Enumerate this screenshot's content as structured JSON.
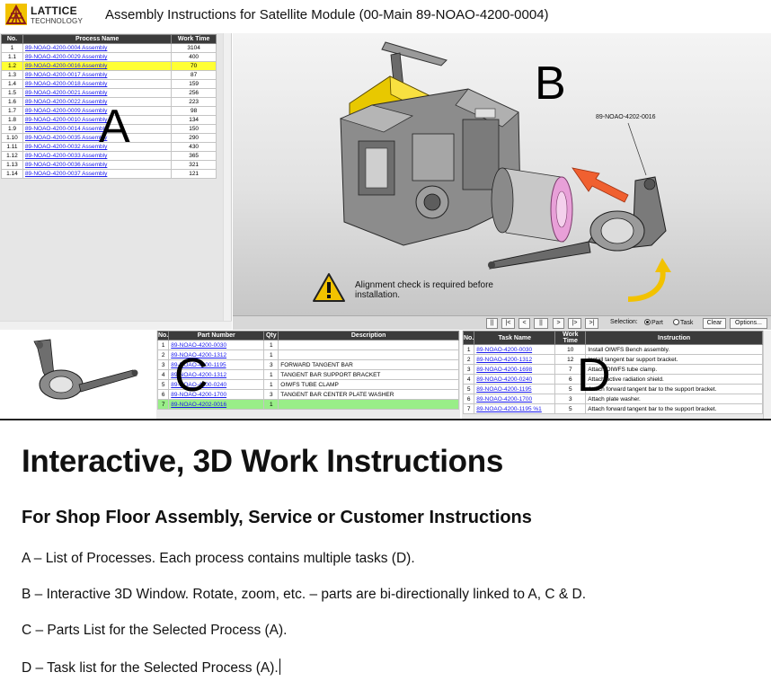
{
  "header": {
    "logo_name": "LATTICE",
    "logo_sub": "TECHNOLOGY",
    "title": "Assembly Instructions for Satellite Module (00-Main 89-NOAO-4200-0004)"
  },
  "process_table": {
    "headers": [
      "No.",
      "Process Name",
      "Work Time"
    ],
    "rows": [
      {
        "no": "1",
        "name": "89-NOAO-4200-0004 Assembly",
        "time": "3104"
      },
      {
        "no": "1.1",
        "name": "89-NOAO-4200-0029 Assembly",
        "time": "400"
      },
      {
        "no": "1.2",
        "name": "89-NOAO-4200-0016 Assembly",
        "time": "70"
      },
      {
        "no": "1.3",
        "name": "89-NOAO-4200-0017 Assembly",
        "time": "87"
      },
      {
        "no": "1.4",
        "name": "89-NOAO-4200-0018 Assembly",
        "time": "159"
      },
      {
        "no": "1.5",
        "name": "89-NOAO-4200-0021 Assembly",
        "time": "256"
      },
      {
        "no": "1.6",
        "name": "89-NOAO-4200-0022 Assembly",
        "time": "223"
      },
      {
        "no": "1.7",
        "name": "89-NOAO-4200-0009 Assembly",
        "time": "98"
      },
      {
        "no": "1.8",
        "name": "89-NOAO-4200-0010 Assembly",
        "time": "134"
      },
      {
        "no": "1.9",
        "name": "89-NOAO-4200-0014 Assembly",
        "time": "150"
      },
      {
        "no": "1.10",
        "name": "89-NOAO-4200-0035 Assembly",
        "time": "290"
      },
      {
        "no": "1.11",
        "name": "89-NOAO-4200-0032 Assembly",
        "time": "430"
      },
      {
        "no": "1.12",
        "name": "89-NOAO-4200-0033 Assembly",
        "time": "365"
      },
      {
        "no": "1.13",
        "name": "89-NOAO-4200-0036 Assembly",
        "time": "321"
      },
      {
        "no": "1.14",
        "name": "89-NOAO-4200-0037 Assembly",
        "time": "121"
      }
    ]
  },
  "overlay_letters": {
    "a": "A",
    "b": "B",
    "c": "C",
    "d": "D"
  },
  "viewport": {
    "part_label": "89-NOAO-4202-0016",
    "warning_text": "Alignment check is required before installation.",
    "model_colors": {
      "bracket": "#e8c800",
      "body": "#8c8c8c",
      "tube": "#e8a0d8",
      "arrow": "#f06030",
      "rotate_arrow": "#f2c200"
    }
  },
  "toolbar": {
    "buttons": [
      "||",
      "|<",
      "<",
      "||",
      ">",
      "|>",
      ">|"
    ],
    "selection_label": "Selection:",
    "option_part": "Part",
    "option_task": "Task",
    "clear_label": "Clear",
    "options_label": "Options..."
  },
  "parts_table": {
    "headers": [
      "No.",
      "Part Number",
      "Qty",
      "Description"
    ],
    "rows": [
      {
        "no": "1",
        "part": "89-NOAO-4200-0030",
        "qty": "1",
        "desc": ""
      },
      {
        "no": "2",
        "part": "89-NOAO-4200-1312",
        "qty": "1",
        "desc": ""
      },
      {
        "no": "3",
        "part": "89-NOAO-4200-1195",
        "qty": "3",
        "desc": "FORWARD TANGENT BAR"
      },
      {
        "no": "4",
        "part": "89-NOAO-4200-1312",
        "qty": "1",
        "desc": "TANGENT BAR SUPPORT BRACKET"
      },
      {
        "no": "5",
        "part": "89-NOAO-4200-0240",
        "qty": "1",
        "desc": "OIWFS TUBE CLAMP"
      },
      {
        "no": "6",
        "part": "89-NOAO-4200-1700",
        "qty": "3",
        "desc": "TANGENT BAR CENTER PLATE WASHER"
      },
      {
        "no": "7",
        "part": "89-NOAO-4202-0016",
        "qty": "1",
        "desc": ""
      }
    ]
  },
  "task_table": {
    "headers": [
      "No.",
      "Task Name",
      "Work Time",
      "Instruction"
    ],
    "rows": [
      {
        "no": "1",
        "task": "89-NOAO-4200-0030",
        "time": "10",
        "instr": "Install OIWFS Bench assembly."
      },
      {
        "no": "2",
        "task": "89-NOAO-4200-1312",
        "time": "12",
        "instr": "Install tangent bar support bracket."
      },
      {
        "no": "3",
        "task": "89-NOAO-4200-1698",
        "time": "7",
        "instr": "Attach OIWFS tube clamp."
      },
      {
        "no": "4",
        "task": "89-NOAO-4200-0240",
        "time": "6",
        "instr": "Attach active radiation shield."
      },
      {
        "no": "5",
        "task": "89-NOAO-4200-1195",
        "time": "5",
        "instr": "Attach forward tangent bar to the support bracket."
      },
      {
        "no": "6",
        "task": "89-NOAO-4200-1700",
        "time": "3",
        "instr": "Attach plate washer."
      },
      {
        "no": "7",
        "task": "89-NOAO-4200-1195 %1",
        "time": "5",
        "instr": "Attach forward tangent bar to the support bracket."
      }
    ]
  },
  "slide": {
    "title": "Interactive, 3D Work Instructions",
    "subtitle": "For Shop Floor Assembly, Service or Customer Instructions",
    "items": [
      "A – List of Processes. Each process contains multiple tasks (D).",
      "B – Interactive 3D Window.  Rotate, zoom, etc. – parts are bi-directionally linked to A, C & D.",
      "C – Parts List for the Selected Process (A).",
      "D – Task list for the Selected Process (A)."
    ]
  }
}
